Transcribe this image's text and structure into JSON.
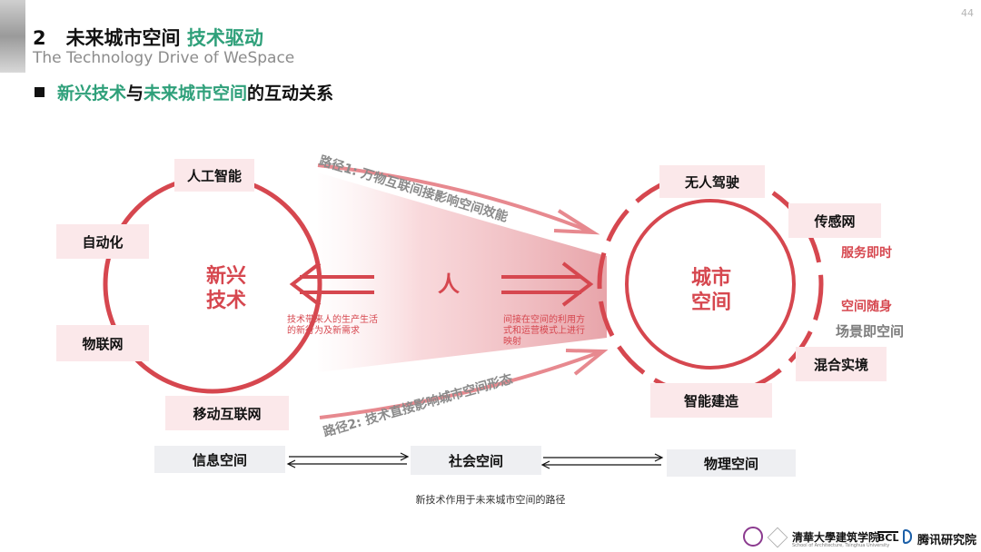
{
  "page_number": "44",
  "title": {
    "number": "2",
    "main": "未来城市空间",
    "accent": "技术驱动"
  },
  "subtitle": "The Technology Drive of WeSpace",
  "heading": {
    "part1": "新兴技术",
    "part2": "与",
    "part3": "未来城市空间",
    "part4": "的互动关系"
  },
  "left_circle": {
    "line1": "新兴",
    "line2": "技术"
  },
  "right_circle": {
    "line1": "城市",
    "line2": "空间"
  },
  "center_label": "人",
  "left_tags": [
    "人工智能",
    "自动化",
    "物联网",
    "移动互联网"
  ],
  "right_tags": [
    "无人驾驶",
    "传感网",
    "混合实境",
    "智能建造"
  ],
  "right_notes": {
    "n1": "服务即时",
    "n2": "空间随身",
    "n3": "场景即空间"
  },
  "path1_label": "路径1: 万物互联间接影响空间效能",
  "path2_label": "路径2: 技术直接影响城市空间形态",
  "left_note": "技术带来人的生产生活的新行为及新需求",
  "right_note": "间接在空间的利用方式和运营模式上进行映射",
  "spaces": [
    "信息空间",
    "社会空间",
    "物理空间"
  ],
  "caption": "新技术作用于未来城市空间的路径",
  "logos": {
    "tsinghua": "清華大學建筑学院",
    "tsinghua_sub": "School of Architecture, Tsinghua University",
    "bcl": "BCL",
    "tencent": "腾讯研究院"
  },
  "colors": {
    "accent_green": "#2fa07a",
    "red": "#d6474f",
    "pink_tag": "#fbe8ea"
  }
}
